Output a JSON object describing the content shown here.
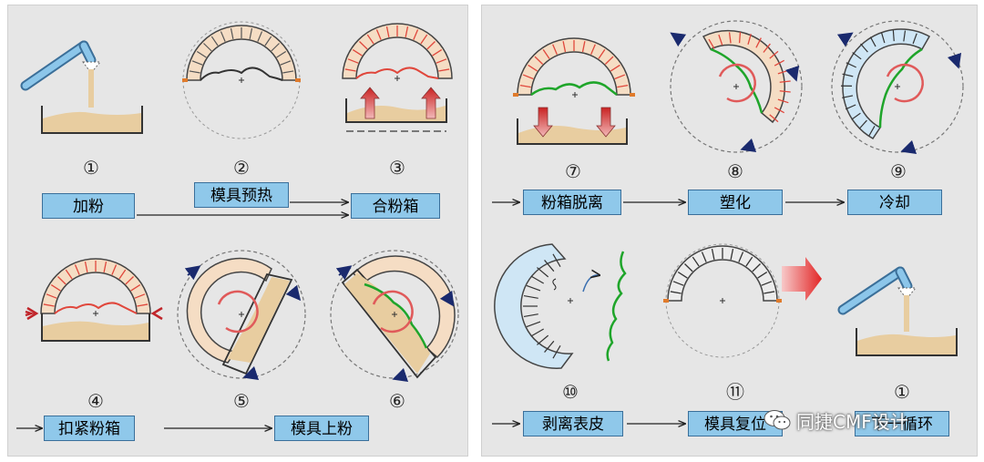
{
  "steps": {
    "s1": {
      "num": "①",
      "label": "加粉"
    },
    "s2": {
      "num": "②",
      "label": "模具预热"
    },
    "s3": {
      "num": "③",
      "label": "合粉箱"
    },
    "s4": {
      "num": "④",
      "label": "扣紧粉箱"
    },
    "s5": {
      "num": "⑤",
      "label": ""
    },
    "s6": {
      "num": "⑥",
      "label": "模具上粉"
    },
    "s7": {
      "num": "⑦",
      "label": "粉箱脱离"
    },
    "s8": {
      "num": "⑧",
      "label": "塑化"
    },
    "s9": {
      "num": "⑨",
      "label": "冷却"
    },
    "s10": {
      "num": "⑩",
      "label": "剥离表皮"
    },
    "s11": {
      "num": "⑪",
      "label": "模具复位"
    },
    "s12": {
      "num": "①",
      "label": "下一循环"
    }
  },
  "watermark": {
    "text": "同捷CMF设计"
  },
  "colors": {
    "panel_bg": "#e6e6e6",
    "box_fill": "#8fc8ea",
    "box_border": "#3a6f9a",
    "mold_fill": "#f5ddc4",
    "heat_red": "#e0473c",
    "skin_green": "#1fa52a",
    "cool_blue": "#cfe6f5",
    "powder": "#e8cda0",
    "pipe_blue": "#6ab0dd",
    "arrow_navy": "#1a2a6e"
  }
}
